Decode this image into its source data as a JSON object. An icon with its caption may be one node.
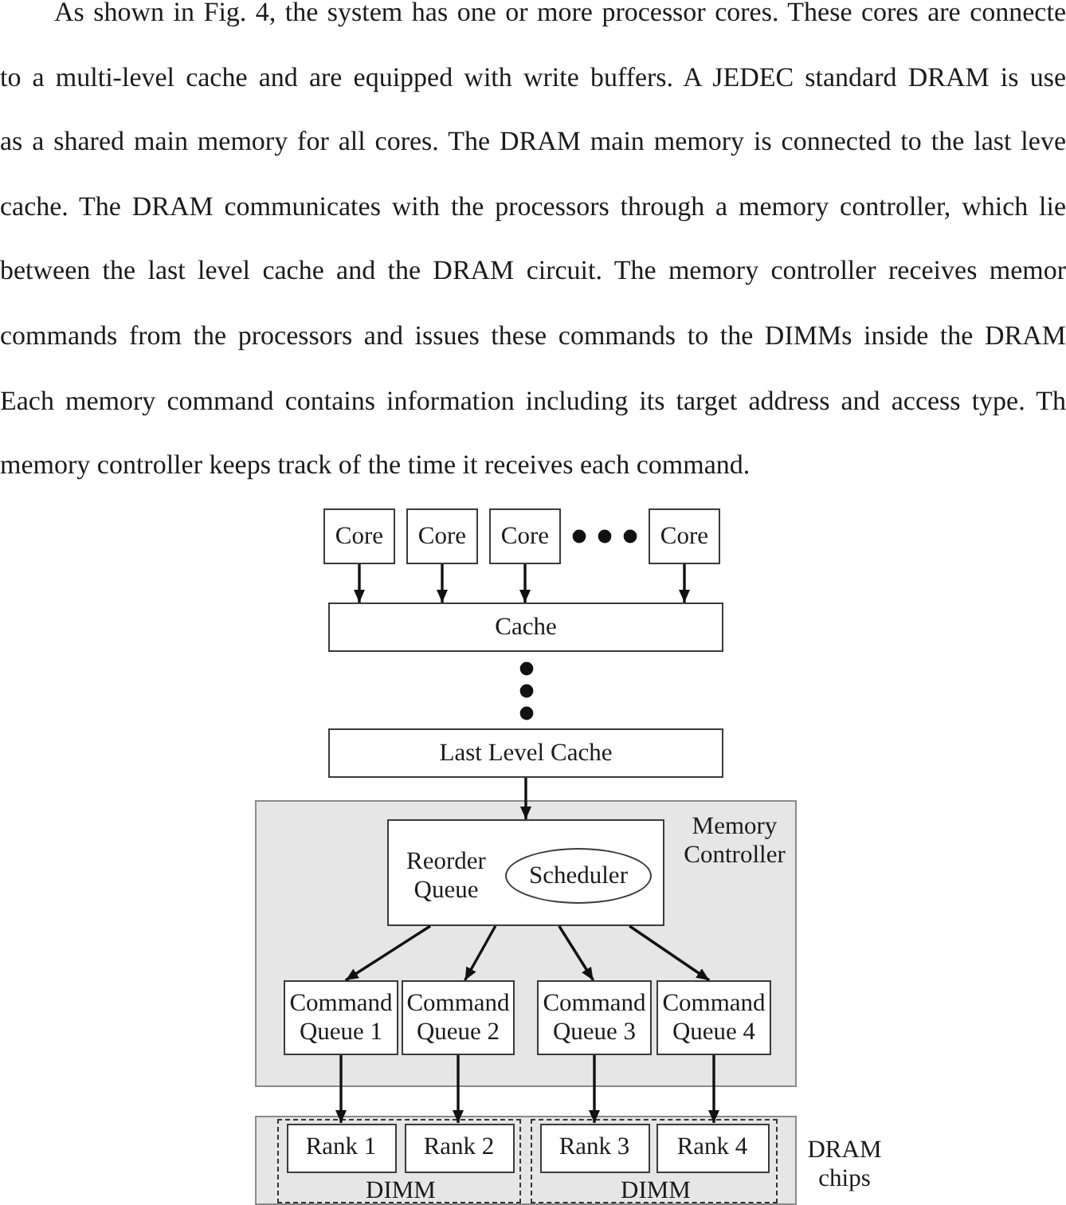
{
  "diagram": {
    "nodes": [
      {
        "text": [
          "Core"
        ]
      },
      {
        "text": [
          "Core"
        ]
      },
      {
        "text": [
          "Core"
        ]
      },
      {
        "text": [
          "Core"
        ]
      },
      {
        "text": [
          "Cache"
        ]
      },
      {
        "text": [
          "Last Level Cache"
        ]
      },
      {
        "text": [
          "Memory Controller"
        ]
      },
      {
        "text": [
          "Reorder Queue"
        ],
        "in": 6
      },
      {
        "text": [
          "Scheduler"
        ],
        "in": 7
      },
      {
        "text": [
          "Command Queue 1"
        ],
        "in": 6
      },
      {
        "text": [
          "Command Queue 2"
        ],
        "in": 6
      },
      {
        "text": [
          "Command Queue 3"
        ],
        "in": 6
      },
      {
        "text": [
          "Command Queue 4"
        ],
        "in": 6
      },
      {
        "text": [
          "DRAM chips"
        ]
      },
      {
        "text": [
          "DIMM"
        ],
        "in": 13
      },
      {
        "text": [
          "Rank 1"
        ],
        "in": 14
      },
      {
        "text": [
          "Rank 2"
        ],
        "in": 14
      },
      {
        "text": [
          "DIMM"
        ],
        "in": 13
      },
      {
        "text": [
          "Rank 3"
        ],
        "in": 17
      },
      {
        "text": [
          "Rank 4"
        ],
        "in": 17
      }
    ],
    "edges": [
      {
        "from": 0,
        "to": 4,
        "arrow": "to"
      },
      {
        "from": 1,
        "to": 4,
        "arrow": "to"
      },
      {
        "from": 2,
        "to": 4,
        "arrow": "to"
      },
      {
        "from": 3,
        "to": 4,
        "arrow": "to"
      },
      {
        "from": 5,
        "to": 7,
        "arrow": "to"
      },
      {
        "from": 7,
        "to": 9,
        "arrow": "to"
      },
      {
        "from": 7,
        "to": 10,
        "arrow": "to"
      },
      {
        "from": 7,
        "to": 11,
        "arrow": "to"
      },
      {
        "from": 7,
        "to": 12,
        "arrow": "to"
      },
      {
        "from": 9,
        "to": 15,
        "arrow": "to"
      },
      {
        "from": 10,
        "to": 16,
        "arrow": "to"
      },
      {
        "from": 11,
        "to": 18,
        "arrow": "to"
      },
      {
        "from": 12,
        "to": 19,
        "arrow": "to"
      }
    ],
    "labels": [
      "As shown in Fig. 4, the system has one or more processor cores. These cores are connecte to a multi-level cache and are equipped with write buffers. A JEDEC standard DRAM is use as a shared main memory for all cores. The DRAM main memory is connected to the last leve cache. The DRAM communicates with the processors through a memory controller, which lie between the last level cache and the DRAM circuit. The memory controller receives memor commands from the processors and issues these commands to the DIMMs inside the DRAM Each memory command contains information including its target address and access type. Th memory controller keeps track of the time it receives each command."
    ]
  }
}
